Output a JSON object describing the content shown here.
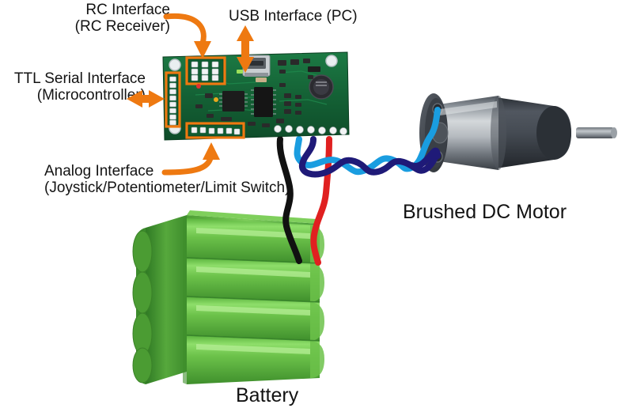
{
  "diagram": {
    "title": "Motor controller connection diagram",
    "background": "#ffffff"
  },
  "labels": {
    "rc": {
      "line1": "RC Interface",
      "line2": "(RC Receiver)"
    },
    "usb": {
      "line1": "USB Interface (PC)"
    },
    "ttl": {
      "line1": "TTL Serial Interface",
      "line2": "(Microcontroller)"
    },
    "analog": {
      "line1": "Analog Interface",
      "line2": "(Joystick/Potentiometer/Limit Switch)"
    },
    "motor": {
      "line1": "Brushed DC Motor"
    },
    "battery": {
      "line1": "Battery"
    }
  },
  "colors": {
    "accent_orange": "#ee7911",
    "pcb_green": "#17663a",
    "wire_black": "#111111",
    "wire_red": "#e02020",
    "wire_light_blue": "#1a9de0",
    "wire_navy": "#1f1a78",
    "battery_green": "#5cb83c",
    "motor_body": "#9aa0a6",
    "motor_cap": "#3b3f45",
    "text": "#131313"
  },
  "components": {
    "board": {
      "name": "motor-controller-board",
      "headers": {
        "rc_header": {
          "rows": 3,
          "cols": 3,
          "highlight": true
        },
        "ttl_header": {
          "pins": 8,
          "orientation": "vertical",
          "highlight": true
        },
        "analog_header": {
          "pins": 6,
          "orientation": "horizontal",
          "highlight": true
        },
        "usb_connector": {
          "type": "mini-usb",
          "highlight": false
        },
        "output_terminals": {
          "pins": 8
        }
      }
    },
    "motor": {
      "name": "brushed-dc-motor",
      "shaft": true,
      "terminals": 2
    },
    "battery": {
      "name": "battery-pack",
      "cells": 4
    }
  },
  "wires": [
    {
      "name": "battery-negative-wire",
      "color": "#111111",
      "from": "board-terminal-1",
      "to": "battery"
    },
    {
      "name": "motor-wire-light-blue",
      "color": "#1a9de0",
      "from": "board-terminal-3",
      "to": "motor-terminal-top"
    },
    {
      "name": "motor-wire-navy",
      "color": "#1f1a78",
      "from": "board-terminal-4",
      "to": "motor-terminal-bottom"
    },
    {
      "name": "battery-positive-wire",
      "color": "#e02020",
      "from": "board-terminal-6",
      "to": "battery"
    }
  ]
}
